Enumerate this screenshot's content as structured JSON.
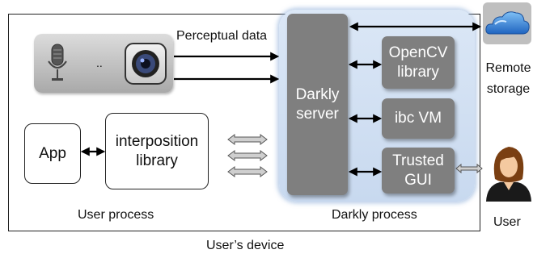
{
  "labels": {
    "perceptual_data": "Perceptual data",
    "darkly_server": "Darkly server",
    "opencv": "OpenCV library",
    "ibc_vm": "ibc VM",
    "trusted_gui": "Trusted GUI",
    "app": "App",
    "interposition": "interposition library",
    "user_process": "User process",
    "darkly_process": "Darkly process",
    "users_device": "User’s device",
    "remote_storage": "Remote storage",
    "user": "User",
    "sensor_ellipsis": ".."
  },
  "icons": {
    "microphone": "microphone-icon",
    "camera": "camera-icon",
    "cloud": "cloud-icon",
    "user": "user-avatar-icon"
  },
  "colors": {
    "component_gray": "#7f7f7f",
    "darkly_bg": "#d3e1f3",
    "cloud_blue": "#2f7fd6"
  }
}
